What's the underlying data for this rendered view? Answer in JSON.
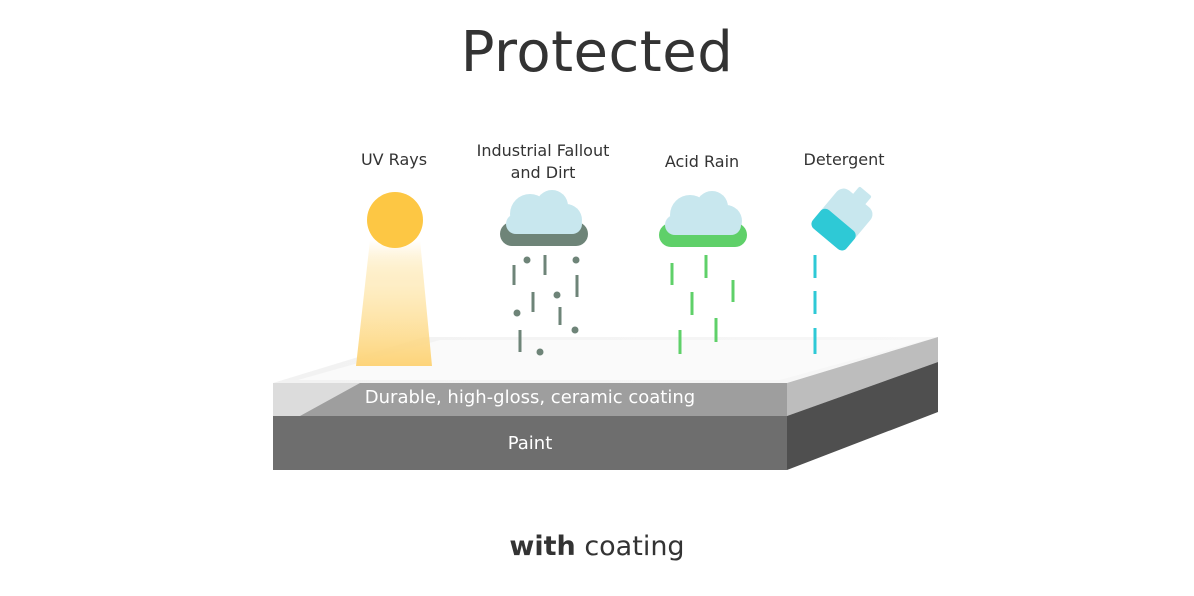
{
  "title": "Protected",
  "threats": {
    "uv": "UV Rays",
    "industrial": "Industrial Fallout and Dirt",
    "acid": "Acid Rain",
    "detergent": "Detergent"
  },
  "layers": {
    "coating": "Durable, high-gloss, ceramic coating",
    "paint": "Paint"
  },
  "footer": {
    "bold": "with",
    "rest": " coating"
  },
  "colors": {
    "sun": "#fdc744",
    "cloud": "#c8e7ee",
    "fallout": "#6e8478",
    "acid": "#5fd069",
    "detergent": "#2ec9d6",
    "paint_front": "#6e6e6e",
    "paint_side": "#4f4f4f",
    "coating_front": "#9e9e9e"
  }
}
